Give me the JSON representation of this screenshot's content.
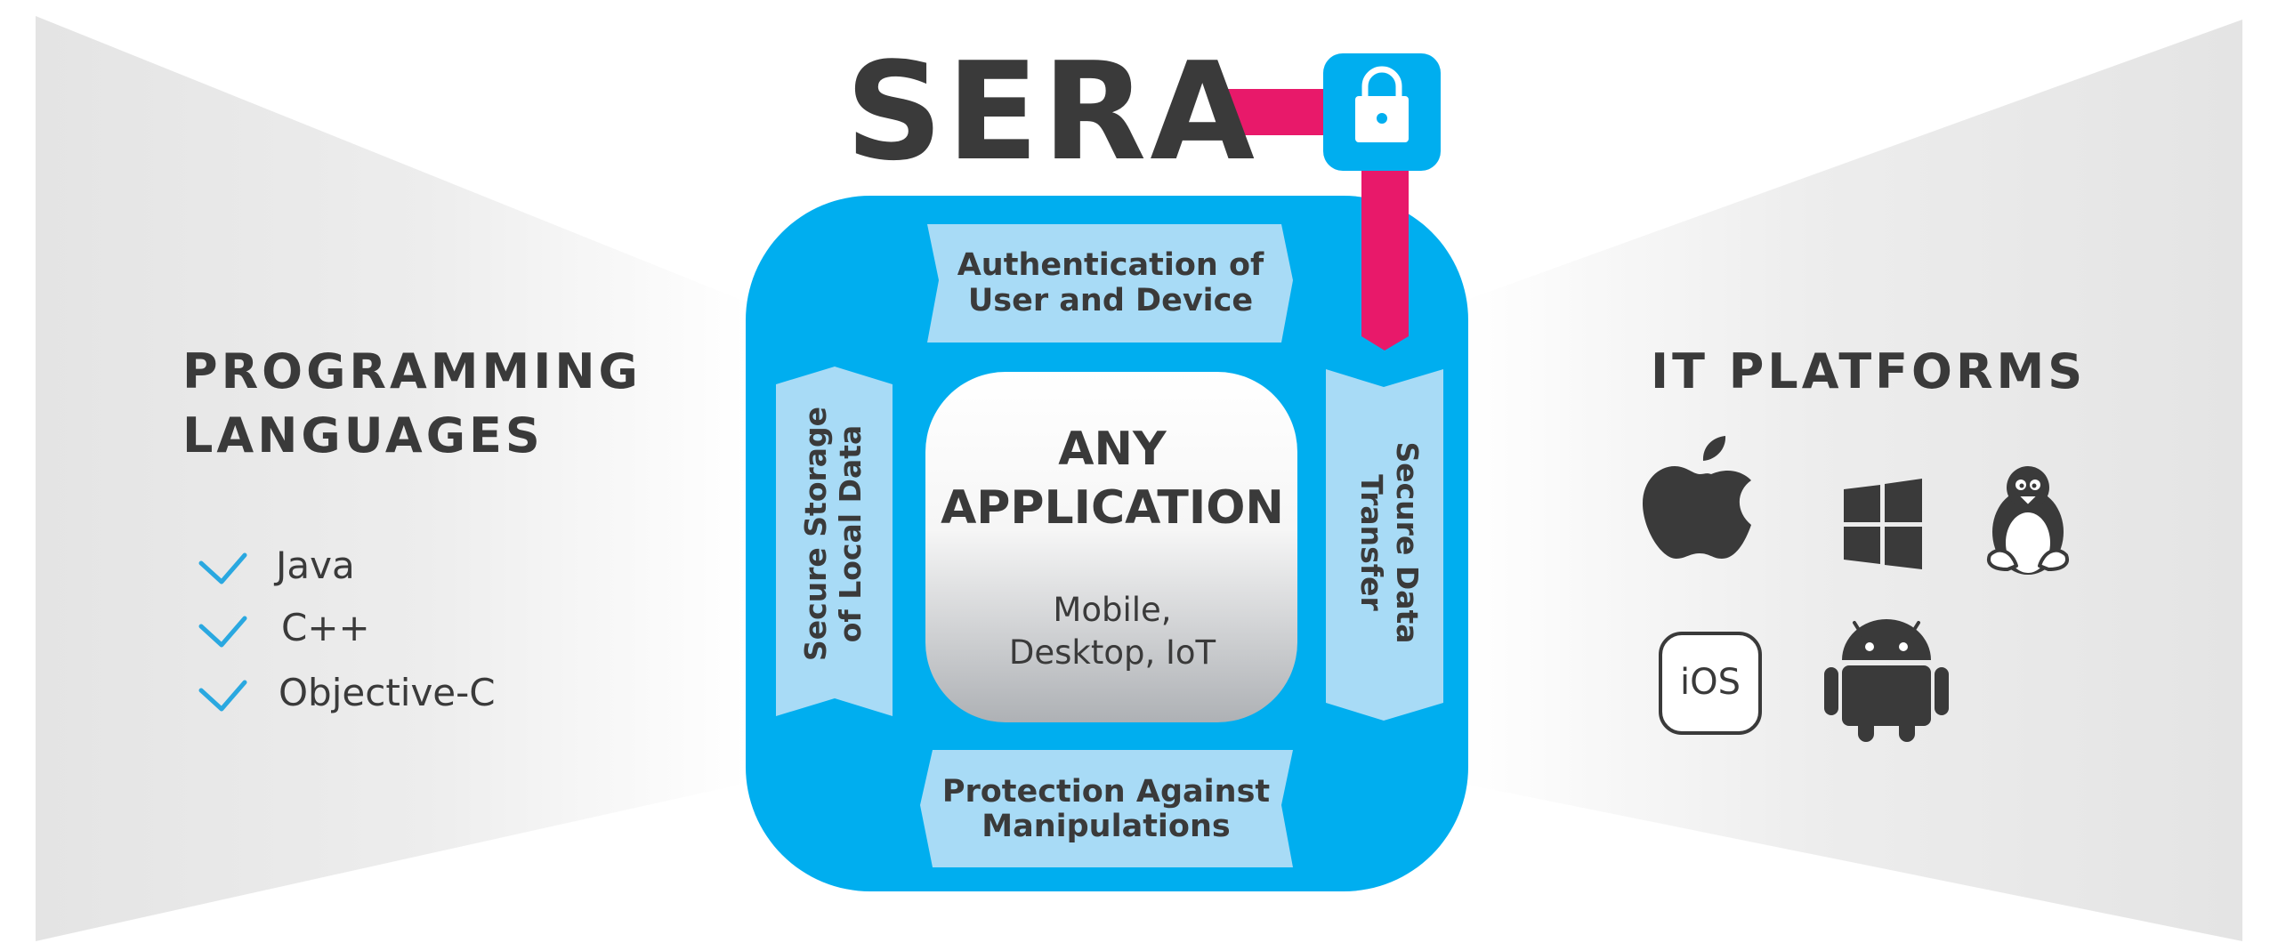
{
  "title": "SERA",
  "colors": {
    "accent_blue": "#00aeef",
    "panel_blue": "#a8dbf6",
    "lock_pink": "#e8196a",
    "text_dark": "#3a3a3a",
    "side_gray": "#e6e6e6"
  },
  "left_panel": {
    "heading_line1": "PROGRAMMING",
    "heading_line2": "LANGUAGES",
    "languages": [
      "Java",
      "C++",
      "Objective-C"
    ],
    "check_icon": "check-icon"
  },
  "right_panel": {
    "heading": "IT PLATFORMS",
    "platforms": [
      {
        "icon": "apple-icon"
      },
      {
        "icon": "windows-icon"
      },
      {
        "icon": "linux-tux-icon"
      },
      {
        "icon": "ios-badge-icon",
        "label": "iOS"
      },
      {
        "icon": "android-icon"
      }
    ]
  },
  "center": {
    "title_line1": "ANY",
    "title_line2": "APPLICATION",
    "sub_line1": "Mobile,",
    "sub_line2": "Desktop, IoT",
    "top_banner": [
      "Authentication of",
      "User and Device"
    ],
    "bottom_banner": [
      "Protection Against",
      "Manipulations"
    ],
    "left_banner": [
      "Secure Storage",
      "of Local Data"
    ],
    "right_banner": [
      "Secure Data",
      "Transfer"
    ],
    "lock_icon": "padlock-icon"
  }
}
